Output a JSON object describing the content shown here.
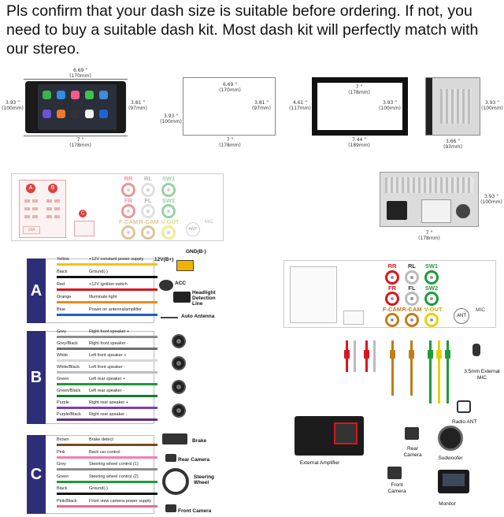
{
  "headline": "Pls confirm that your dash size is suitable before ordering. If not, you need to buy a suitable dash kit. Most dash kit will perfectly match with our stereo.",
  "dimensions": {
    "front_width": "6.69 \"",
    "front_width_mm": "(170mm)",
    "front_height_left": "3.93 \"",
    "front_height_left_mm": "(100mm)",
    "front_height_right": "3.81 \"",
    "front_height_right_mm": "(97mm)",
    "front_bottom": "7 \"",
    "front_bottom_mm": "(178mm)",
    "outline_width": "6.69 \"",
    "outline_width_mm": "(170mm)",
    "outline_left": "3.93 \"",
    "outline_left_mm": "(100mm)",
    "outline_right": "3.81 \"",
    "outline_right_mm": "(97mm)",
    "outline_bottom": "7 \"",
    "outline_bottom_mm": "(178mm)",
    "frame_top": "7 \"",
    "frame_top_mm": "(178mm)",
    "frame_left": "4.61 \"",
    "frame_left_mm": "(117mm)",
    "frame_right": "3.93 \"",
    "frame_right_mm": "(100mm)",
    "frame_bottom": "7.44 \"",
    "frame_bottom_mm": "(189mm)",
    "side_right": "3.93 \"",
    "side_right_mm": "(100mm)",
    "side_bottom": "3.66 \"",
    "side_bottom_mm": "(93mm)",
    "back_right": "3.93 \"",
    "back_right_mm": "(100mm)",
    "back_bottom": "7 \"",
    "back_bottom_mm": "(178mm)"
  },
  "rca_top": {
    "rr": "RR",
    "rl": "RL",
    "sw1": "SW1",
    "fr": "FR",
    "fl": "FL",
    "sw2": "SW2",
    "fcam": "F-CAM",
    "rcam": "R-CAM",
    "vout": "V-OUT",
    "ant": "ANT",
    "mic": "MIC"
  },
  "connector_letters": {
    "a": "A",
    "b": "B",
    "c": "C"
  },
  "sections": {
    "a": {
      "letter": "A",
      "top_labels": {
        "bplus": "12V(B+)",
        "gnd": "GND(B-)"
      },
      "wires": [
        {
          "color_name": "Yellow",
          "desc": "+12V constant power supply",
          "color": "#f2c400"
        },
        {
          "color_name": "Black",
          "desc": "Ground(-)",
          "color": "#111111"
        },
        {
          "color_name": "Red",
          "desc": "+12V ignition switch",
          "color": "#d9161c"
        },
        {
          "color_name": "Orange",
          "desc": "Illuminate light",
          "color": "#f08a1c"
        },
        {
          "color_name": "Blue",
          "desc": "Power on antenna/amplifier",
          "color": "#1f5fc9"
        }
      ],
      "side": {
        "acc": "ACC",
        "headlight": "Headlight Detection Line",
        "antenna": "Auto Antenna"
      }
    },
    "b": {
      "letter": "B",
      "wires": [
        {
          "color_name": "Grey",
          "desc": "Right front speaker +",
          "color": "#8c8c8c"
        },
        {
          "color_name": "Grey/Black",
          "desc": "Right front speaker -",
          "color": "#6e6e6e"
        },
        {
          "color_name": "White",
          "desc": "Left front speaker +",
          "color": "#d8d8d8"
        },
        {
          "color_name": "White/Black",
          "desc": "Left front speaker -",
          "color": "#bdbdbd"
        },
        {
          "color_name": "Green",
          "desc": "Left rear speaker +",
          "color": "#1e9b3a"
        },
        {
          "color_name": "Green/Black",
          "desc": "Left rear speaker -",
          "color": "#167a2c"
        },
        {
          "color_name": "Purple",
          "desc": "Right rear speaker +",
          "color": "#7b3fb6"
        },
        {
          "color_name": "Purple/Black",
          "desc": "Right rear speaker -",
          "color": "#5f2f8f"
        }
      ]
    },
    "c": {
      "letter": "C",
      "wires": [
        {
          "color_name": "Brown",
          "desc": "Brake detect",
          "color": "#7a4a1e"
        },
        {
          "color_name": "Pink",
          "desc": "Back car control",
          "color": "#f27fb0"
        },
        {
          "color_name": "Grey",
          "desc": "Steering wheel control (1)",
          "color": "#8c8c8c"
        },
        {
          "color_name": "Green",
          "desc": "Steering wheel control (2)",
          "color": "#1e9b3a"
        },
        {
          "color_name": "Black",
          "desc": "Ground(-)",
          "color": "#111111"
        },
        {
          "color_name": "Pink/Black",
          "desc": "Front view camera power supply",
          "color": "#e56a9e"
        }
      ],
      "side": {
        "brake": "Brake",
        "rear_camera": "Rear Camera",
        "steering": "Steering Wheel",
        "front_camera": "Front Camera"
      }
    }
  },
  "rca_bottom": {
    "rr": "RR",
    "rl": "RL",
    "sw1": "SW1",
    "fr": "FR",
    "fl": "FL",
    "sw2": "SW2",
    "fcam": "F-CAM",
    "rcam": "R-CAM",
    "vout": "V-OUT",
    "ant": "ANT",
    "mic": "MIC"
  },
  "bottom_devices": {
    "mic": "3.5mm External MIC",
    "radio_ant": "Radio ANT",
    "amp": "External Amplifier",
    "rear_cam": "Rear Camera",
    "sub": "Sudwoofer",
    "front_cam": "Front Camera",
    "monitor": "Monitor"
  },
  "fuse_label": "15A"
}
